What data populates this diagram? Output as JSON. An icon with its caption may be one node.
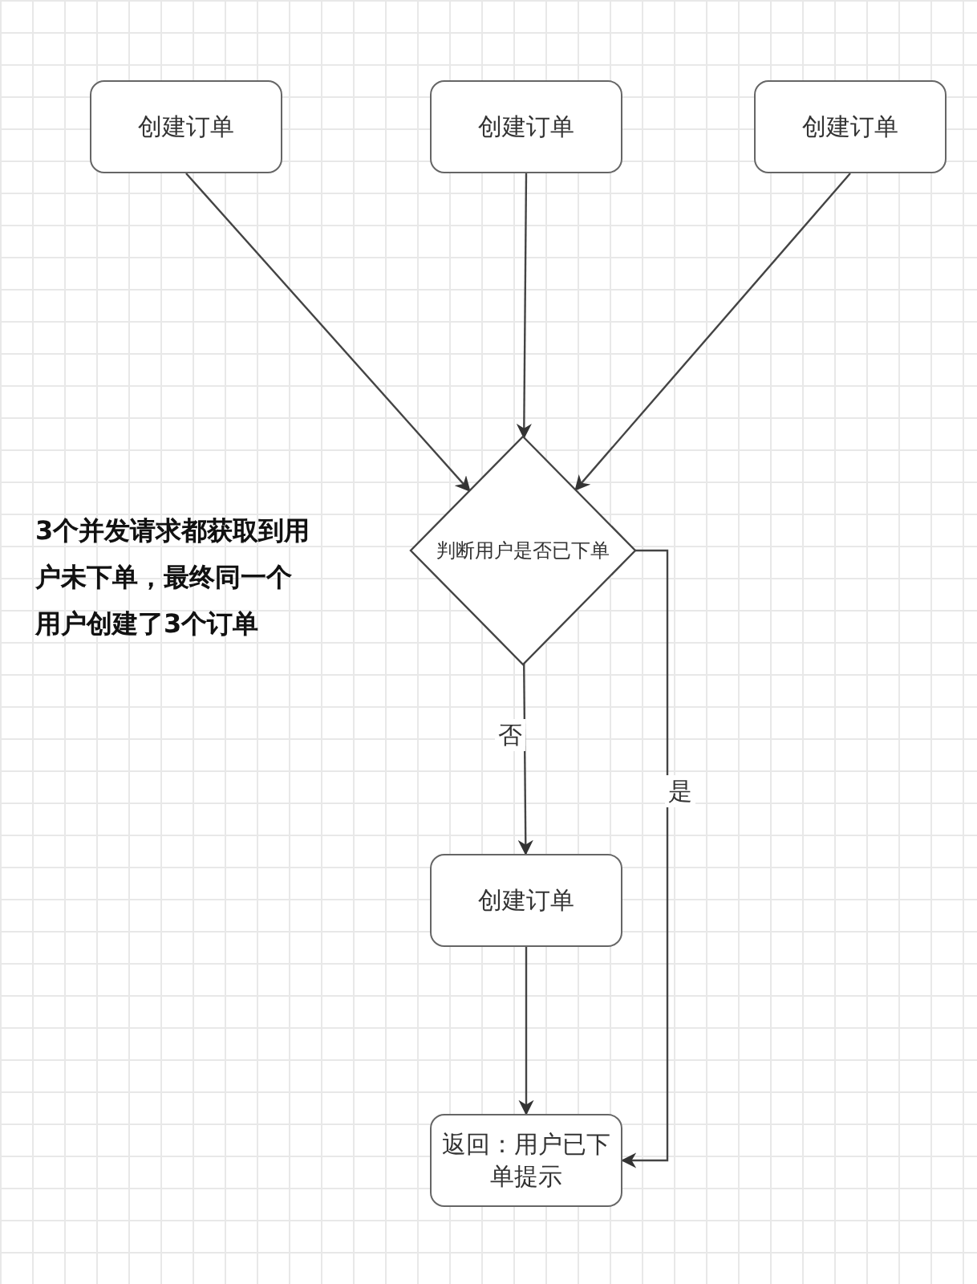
{
  "diagram": {
    "nodes": [
      {
        "text": [
          "创建订单"
        ]
      },
      {
        "text": [
          "创建订单"
        ]
      },
      {
        "text": [
          "创建订单"
        ]
      },
      {
        "text": [
          "判断用户是否已下单"
        ]
      },
      {
        "text": [
          "创建订单"
        ]
      },
      {
        "text": [
          "返回：用户已下单提示"
        ]
      }
    ],
    "edges": [
      {
        "from": 0,
        "to": 3,
        "arrow": "to"
      },
      {
        "from": 1,
        "to": 3,
        "arrow": "to"
      },
      {
        "from": 2,
        "to": 3,
        "arrow": "to"
      },
      {
        "from": 3,
        "to": 4,
        "arrow": "to",
        "label": "否"
      },
      {
        "from": 3,
        "to": 5,
        "arrow": "to",
        "label": "是"
      },
      {
        "from": 4,
        "to": 5,
        "arrow": "to"
      }
    ],
    "labels": [
      "3个并发请求都获取到用户未下单，最终同一个用户创建了3个订单"
    ]
  }
}
